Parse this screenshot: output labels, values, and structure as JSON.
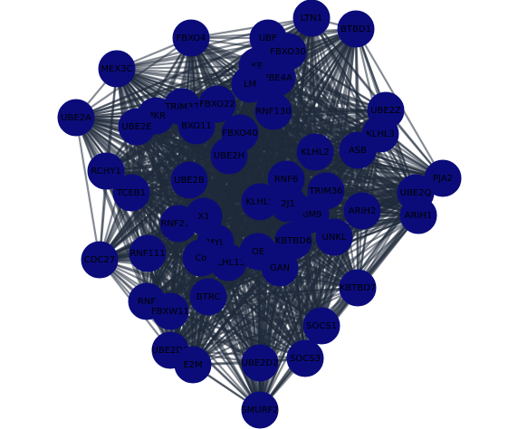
{
  "graph": {
    "colors": {
      "background": "#ffffff",
      "node_fill": "#0b0c7a",
      "edge_stroke": "#1f2a3a",
      "label": "#000000"
    },
    "nodes": [
      {
        "id": "LTN1",
        "label": "LTN1"
      },
      {
        "id": "BTBD1",
        "label": "BTBD1"
      },
      {
        "id": "FBXO4",
        "label": "FBXO4"
      },
      {
        "id": "UBE",
        "label": "UBE"
      },
      {
        "id": "FBXO30",
        "label": "FBXO30"
      },
      {
        "id": "KE",
        "label": "KE"
      },
      {
        "id": "UBE4A",
        "label": "UBE4A"
      },
      {
        "id": "MEX3C",
        "label": "MEX3C"
      },
      {
        "id": "LM",
        "label": "LM"
      },
      {
        "id": "UBE2A",
        "label": "UBE2A"
      },
      {
        "id": "MKR",
        "label": "MKR"
      },
      {
        "id": "TRIM37",
        "label": "TRIM37"
      },
      {
        "id": "FBXO22",
        "label": "FBXO22"
      },
      {
        "id": "RNF130",
        "label": "RNF130"
      },
      {
        "id": "UBE2E",
        "label": "UBE2E"
      },
      {
        "id": "UBE2Z",
        "label": "UBE2Z"
      },
      {
        "id": "BXO11",
        "label": "BXO11"
      },
      {
        "id": "FBXO40",
        "label": "FBXO40"
      },
      {
        "id": "KLHL3",
        "label": "KLHL3"
      },
      {
        "id": "UBE2H",
        "label": "UBE2H"
      },
      {
        "id": "KLHL2",
        "label": "KLHL2"
      },
      {
        "id": "ASB",
        "label": "ASB"
      },
      {
        "id": "RCHY1",
        "label": "RCHY1"
      },
      {
        "id": "PJA2",
        "label": "PJA2"
      },
      {
        "id": "TCEB1",
        "label": "TCEB1"
      },
      {
        "id": "UBE2B",
        "label": "UBE2B"
      },
      {
        "id": "RNF6",
        "label": "RNF6"
      },
      {
        "id": "TRIM36",
        "label": "TRIM36"
      },
      {
        "id": "UBE2Q",
        "label": "UBE2Q"
      },
      {
        "id": "KLHL5",
        "label": "KLHL5"
      },
      {
        "id": "ARIH2",
        "label": "ARIH2"
      },
      {
        "id": "ARIH1",
        "label": "ARIH1"
      },
      {
        "id": "RNF213",
        "label": "RNF213"
      },
      {
        "id": "RIM9",
        "label": "RIM9"
      },
      {
        "id": "CDC27",
        "label": "CDC27"
      },
      {
        "id": "RNF111",
        "label": "RNF111"
      },
      {
        "id": "MYL",
        "label": "MYL"
      },
      {
        "id": "KBTBD6",
        "label": "KBTBD6"
      },
      {
        "id": "UNKL",
        "label": "UNKL"
      },
      {
        "id": "KLHL13",
        "label": "KLHL13"
      },
      {
        "id": "GAN",
        "label": "GAN"
      },
      {
        "id": "KBTBD7",
        "label": "KBTBD7"
      },
      {
        "id": "RNF",
        "label": "RNF"
      },
      {
        "id": "BTRC",
        "label": "BTRC"
      },
      {
        "id": "FBXW11",
        "label": "FBXW11"
      },
      {
        "id": "SOCS1",
        "label": "SOCS1"
      },
      {
        "id": "UBE2D3",
        "label": "UBE2D3"
      },
      {
        "id": "E2M",
        "label": "E2M"
      },
      {
        "id": "UBE2D2",
        "label": "UBE2D2"
      },
      {
        "id": "SOCS3",
        "label": "SOCS3"
      },
      {
        "id": "SMURF2",
        "label": "SMURF2"
      },
      {
        "id": "X1",
        "label": "X1"
      },
      {
        "id": "CO",
        "label": "Co"
      },
      {
        "id": "OE",
        "label": "OE"
      },
      {
        "id": "J1",
        "label": "2J1"
      }
    ]
  }
}
